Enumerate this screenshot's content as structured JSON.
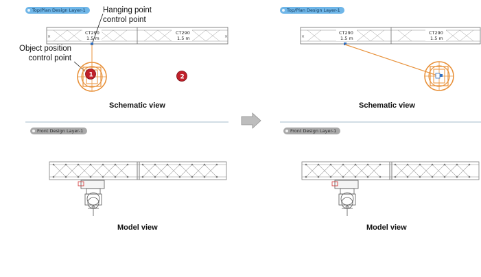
{
  "left": {
    "top_tag": "Top/Plan  Design Layer-1",
    "front_tag": "Front  Design Layer-1",
    "truss_items": [
      {
        "name": "CT290",
        "length": "1.5 m"
      },
      {
        "name": "CT290",
        "length": "1.5 m"
      }
    ],
    "callout_hanging": [
      "Hanging point",
      "control point"
    ],
    "callout_object": [
      "Object position",
      "control point"
    ],
    "badge_1": "1",
    "badge_2": "2",
    "caption_top": "Schematic view",
    "caption_bottom": "Model view"
  },
  "right": {
    "top_tag": "Top/Plan  Design Layer-1",
    "front_tag": "Front  Design Layer-1",
    "truss_items": [
      {
        "name": "CT290",
        "length": "1.5 m"
      },
      {
        "name": "CT290",
        "length": "1.5 m"
      }
    ],
    "caption_top": "Schematic view",
    "caption_bottom": "Model view"
  },
  "colors": {
    "accent_orange": "#e8913a",
    "badge_red": "#c0202a",
    "tag_blue": "#6fb6e8",
    "tag_grey": "#a9a9a9",
    "arrow_grey": "#a8a8a8"
  },
  "icons": [
    "arrow-right-icon",
    "fixture-icon",
    "hanging-point-icon"
  ]
}
